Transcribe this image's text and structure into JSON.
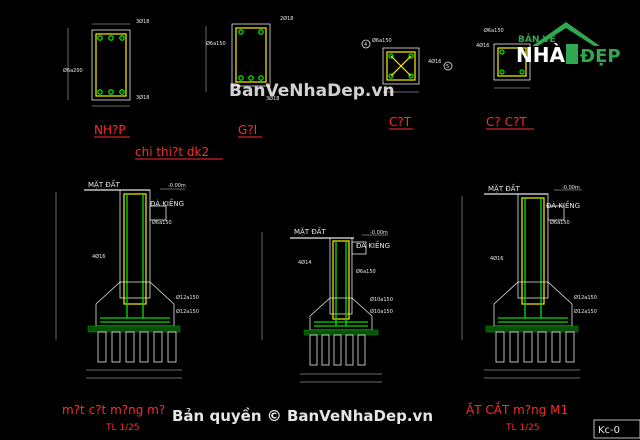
{
  "colors": {
    "background": "#000000",
    "title_red": "#ff2a2a",
    "rebar_green": "#00e000",
    "stirrup_yellow": "#ffee00",
    "line_white": "#e8e8e8"
  },
  "sections": [
    {
      "title": "NH?P",
      "label_top": "3Ø18",
      "label_side": "Ø6a200",
      "label_bottom": "3Ø18"
    },
    {
      "title": "G?I",
      "label_top": "2Ø18",
      "label_side": "Ø6a150",
      "label_bottom": "3Ø18"
    },
    {
      "title": "C?T",
      "label_top": "Ø6a150",
      "label_side": "4Ø16",
      "tag_left": "4",
      "tag_right": "5"
    },
    {
      "title": "C? C?T",
      "label_top": "Ø6a150",
      "label_side": "4Ø16"
    }
  ],
  "caption_section": "chi thi?t dk2",
  "elevations": [
    {
      "label_ground": "MẶT ĐẤT",
      "label_level": "-0.00m",
      "label_tie": "ĐÀ KIỀNG",
      "label_stirrup": "Ø6a150",
      "label_main": "4Ø16",
      "label_mesh_top": "Ø12a150",
      "label_mesh_bot": "Ø12a150",
      "title": "m?t c?t m?ng m?",
      "scale": "TL 1/25"
    },
    {
      "label_ground": "MẶT ĐẤT",
      "label_level": "-0.00m",
      "label_tie": "ĐÀ KIỀNG",
      "label_stirrup": "Ø6a150",
      "label_main": "4Ø14",
      "label_mesh_top": "Ø10a150",
      "label_mesh_bot": "Ø10a150"
    },
    {
      "label_ground": "MẶT ĐẤT",
      "label_level": "-0.00m",
      "label_tie": "ĐÀ KIỀNG",
      "label_stirrup": "Ø6a150",
      "label_main": "4Ø16",
      "label_mesh_top": "Ø12a150",
      "label_mesh_bot": "Ø12a150",
      "title": "ẶT CẮT m?ng M1",
      "scale": "TL 1/25"
    }
  ],
  "logo": {
    "top": "BẢN VẼ",
    "brand_left": "NHÀ",
    "brand_right": "ĐẸP"
  },
  "watermark_center": "BanVeNhaDep.vn",
  "watermark_bottom": "Bản quyền © BanVeNhaDep.vn",
  "sheet_code": "Kc-0"
}
